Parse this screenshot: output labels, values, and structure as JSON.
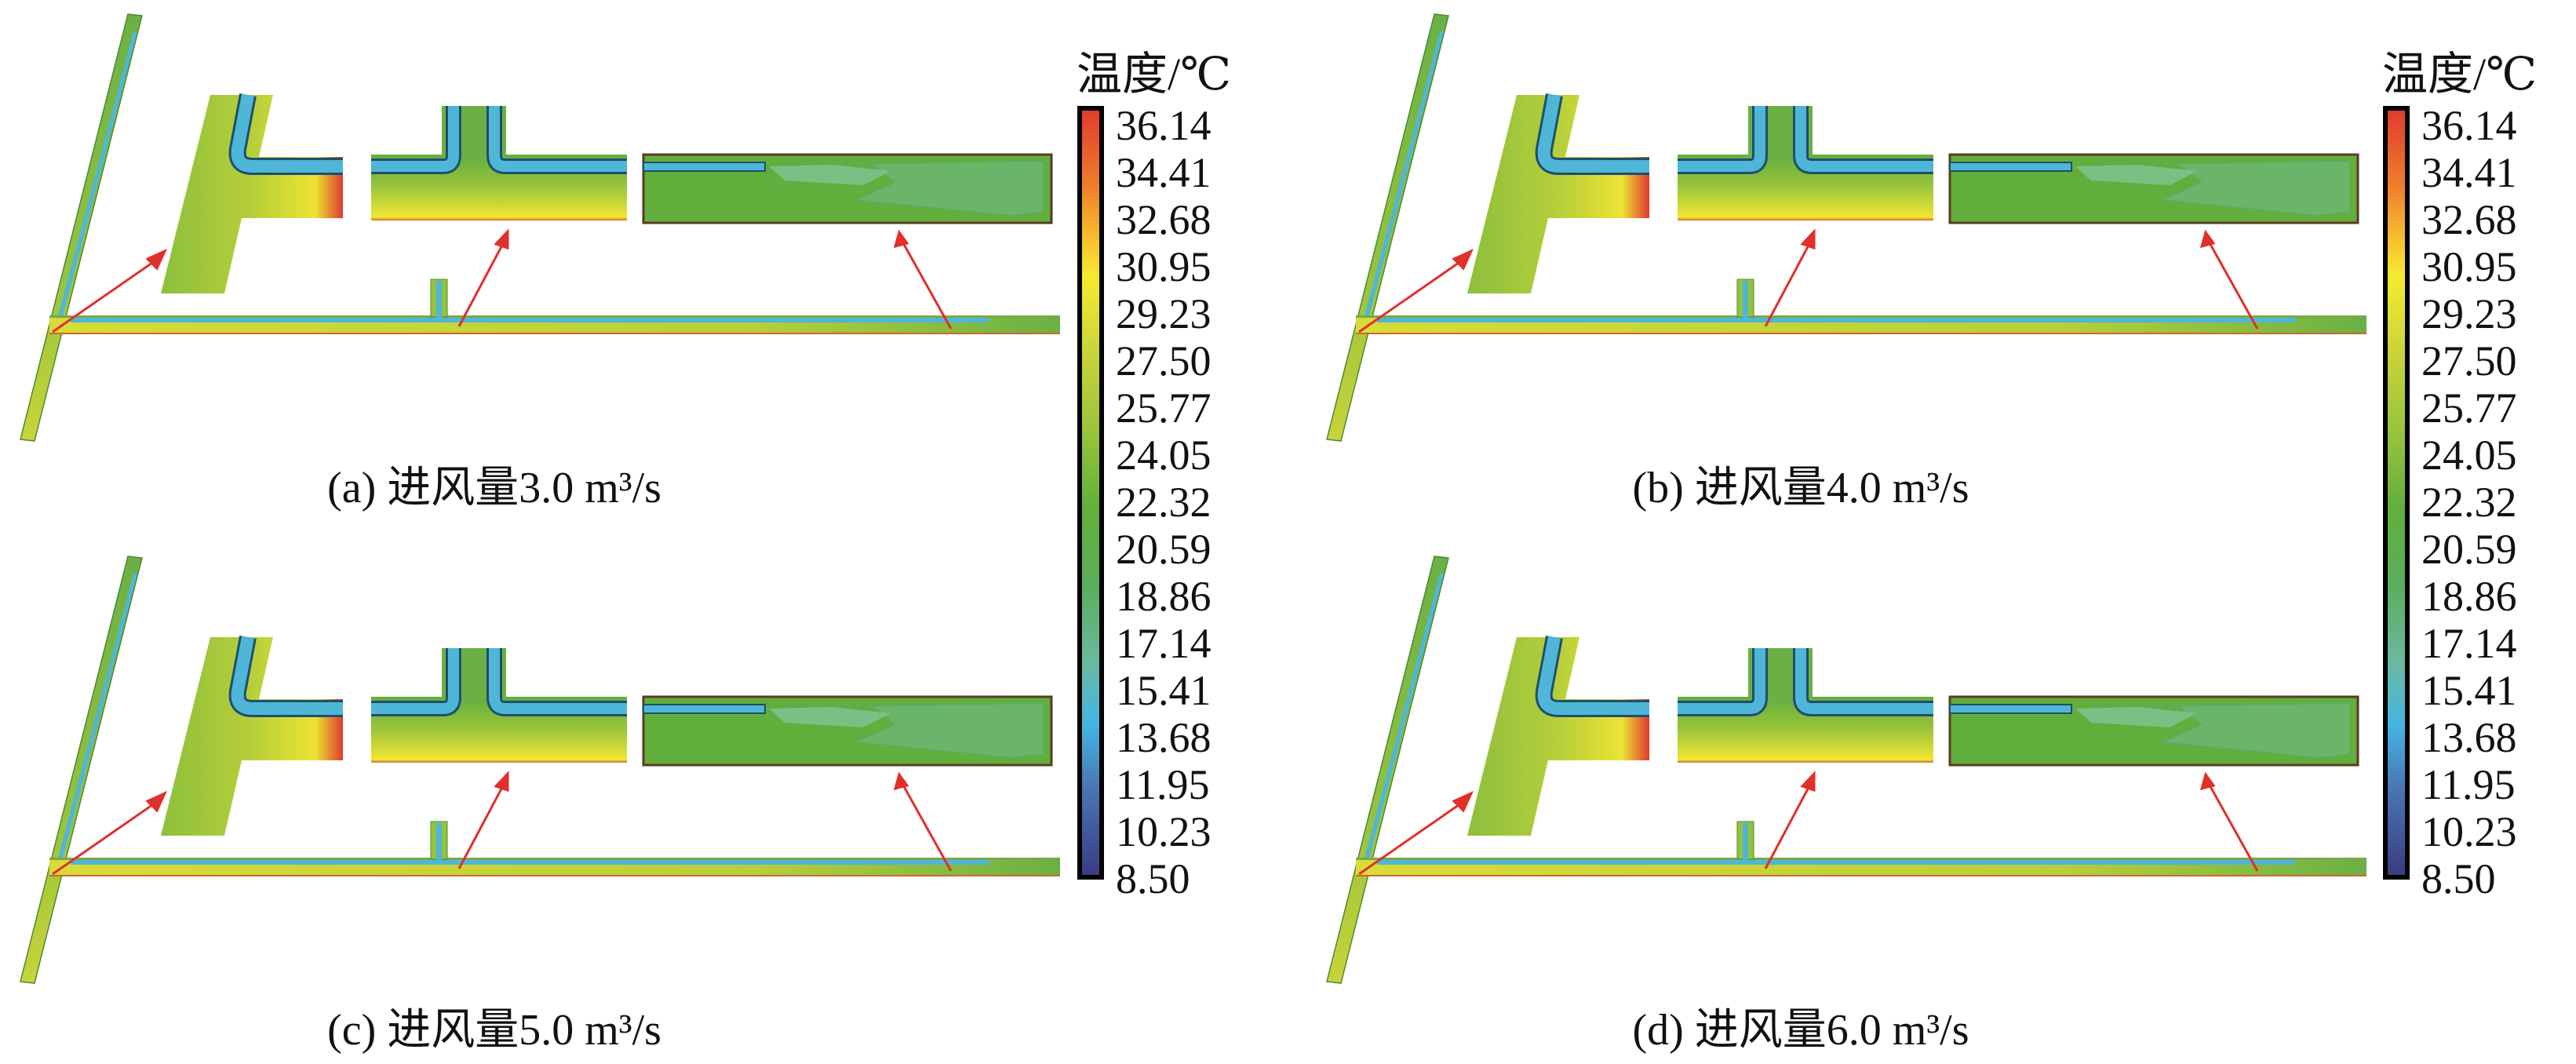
{
  "panels": [
    {
      "caption": "(a) 进风量3.0 m³/s"
    },
    {
      "caption": "(b) 进风量4.0 m³/s"
    },
    {
      "caption": "(c) 进风量5.0 m³/s"
    },
    {
      "caption": "(d) 进风量6.0 m³/s"
    }
  ],
  "colorbar": {
    "title": "温度/℃",
    "labels": [
      "36.14",
      "34.41",
      "32.68",
      "30.95",
      "29.23",
      "27.50",
      "25.77",
      "24.05",
      "22.32",
      "20.59",
      "18.86",
      "17.14",
      "15.41",
      "13.68",
      "11.95",
      "10.23",
      "8.50"
    ],
    "min": 8.5,
    "max": 36.14,
    "colors": [
      "#e03a2f",
      "#ef7d2b",
      "#f5c02e",
      "#f6ea30",
      "#c8d43a",
      "#95c23c",
      "#62ae3d",
      "#5aad5c",
      "#6bb9a0",
      "#45b6e2",
      "#4a78b8",
      "#3a3a80"
    ]
  },
  "arrow_color": "#e0302a"
}
